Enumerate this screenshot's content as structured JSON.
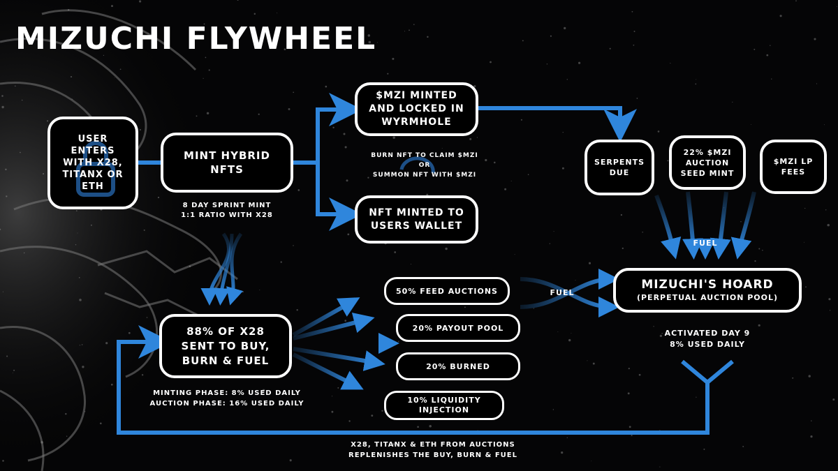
{
  "title": "MIZUCHI FLYWHEEL",
  "nodes": {
    "user_enters": "USER\nENTERS\nWITH X28,\nTITANX OR\nETH",
    "mint_hybrid": "MINT HYBRID\nNFTS",
    "mzi_minted": "$MZI MINTED\nAND LOCKED IN\nWYRMHOLE",
    "nft_minted": "NFT MINTED TO\nUSERS WALLET",
    "serpents_due": "SERPENTS\nDUE",
    "auction_seed": "22% $MZI\nAUCTION\nSEED MINT",
    "lp_fees": "$MZI LP\nFEES",
    "hoard_title": "MIZUCHI'S HOARD",
    "hoard_subtitle": "(PERPETUAL AUCTION POOL)",
    "x28_buy": "88% OF X28\nSENT TO BUY,\nBURN & FUEL",
    "feed_auctions": "50% FEED AUCTIONS",
    "payout_pool": "20% PAYOUT POOL",
    "burned": "20% BURNED",
    "liquidity": "10% LIQUIDITY\nINJECTION"
  },
  "notes": {
    "burn_claim": "BURN NFT TO CLAIM $MZI\nOR\nSUMMON NFT WITH $MZI",
    "sprint_mint": "8 DAY SPRINT MINT\n1:1 RATIO WITH X28",
    "fuel_top": "FUEL",
    "fuel_mid": "FUEL",
    "activated": "ACTIVATED DAY 9\n8% USED DAILY",
    "phases": "MINTING PHASE: 8% USED DAILY\nAUCTION PHASE: 16% USED DAILY",
    "replenish": "X28, TITANX & ETH FROM AUCTIONS\nREPLENISHES THE BUY, BURN & FUEL"
  },
  "colors": {
    "background": "#050506",
    "arrow": "#2f86dc",
    "arrow_dark": "#1d4f86",
    "box_border": "#ffffff",
    "text": "#ffffff"
  },
  "icons": {
    "background_art": "dragon-silhouette",
    "user_box": "lock-icon",
    "claim_note": "circular-arrow-icon"
  }
}
